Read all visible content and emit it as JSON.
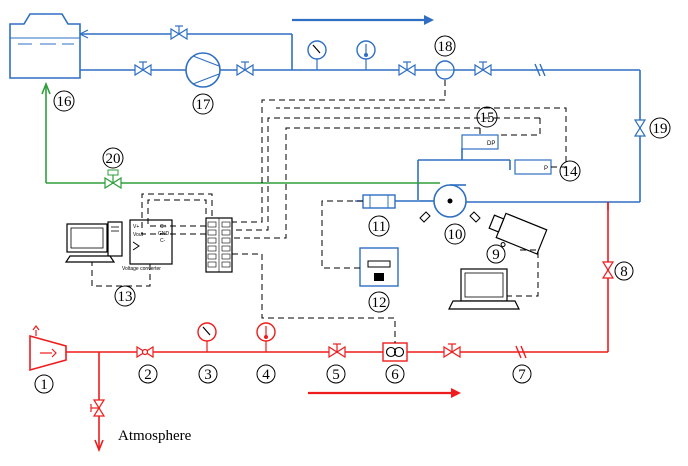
{
  "labels": {
    "l1": "1",
    "l2": "2",
    "l3": "3",
    "l4": "4",
    "l5": "5",
    "l6": "6",
    "l7": "7",
    "l8": "8",
    "l9": "9",
    "l10": "10",
    "l11": "11",
    "l12": "12",
    "l13": "13",
    "l14": "14",
    "l15": "15",
    "l16": "16",
    "l17": "17",
    "l18": "18",
    "l19": "19",
    "l20": "20"
  },
  "texts": {
    "atmosphere": "Atmosphere",
    "dp": "DP",
    "p": "P",
    "vplus": "V+",
    "vout": "Vout",
    "cplus": "C+",
    "gnd": "GND",
    "cminus": "C-",
    "voltage_converter": "Voltage converter"
  },
  "colors": {
    "water_line": "#2e6fc4",
    "gas_line": "#ee1c1c",
    "return_line": "#2e9e3a",
    "signal_line": "#000000"
  }
}
